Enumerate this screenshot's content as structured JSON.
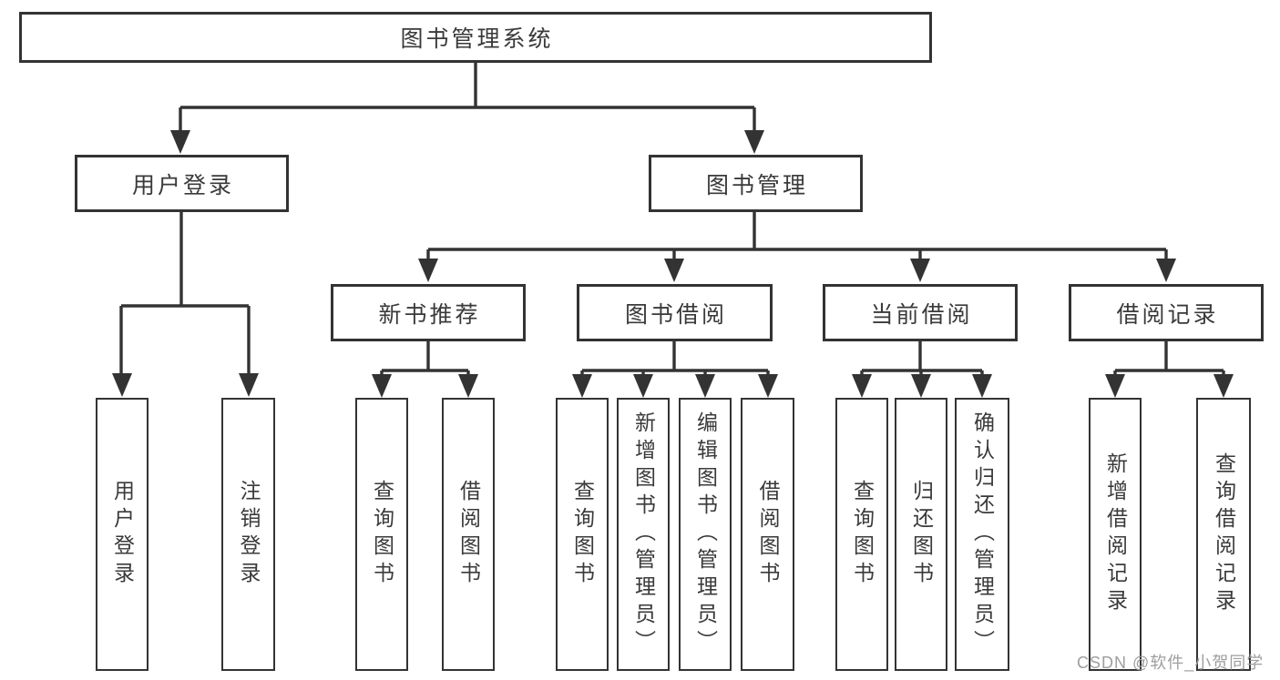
{
  "colors": {
    "line": "#333333",
    "node_border": "#333333",
    "node_fill": "#ffffff",
    "text": "#3a3a3a",
    "background": "#ffffff",
    "watermark": "#9e9e9e"
  },
  "diagram_type": "hierarchy-tree",
  "watermark": {
    "text": "CSDN @软件_小贺同学"
  },
  "tree": {
    "label": "图书管理系统",
    "children": [
      {
        "label": "用户登录",
        "children": [
          {
            "label": "用户登录"
          },
          {
            "label": "注销登录"
          }
        ]
      },
      {
        "label": "图书管理",
        "children": [
          {
            "label": "新书推荐",
            "children": [
              {
                "label": "查询图书"
              },
              {
                "label": "借阅图书"
              }
            ]
          },
          {
            "label": "图书借阅",
            "children": [
              {
                "label": "查询图书"
              },
              {
                "label": "新增图书（管理员）"
              },
              {
                "label": "编辑图书（管理员）"
              },
              {
                "label": "借阅图书"
              }
            ]
          },
          {
            "label": "当前借阅",
            "children": [
              {
                "label": "查询图书"
              },
              {
                "label": "归还图书"
              },
              {
                "label": "确认归还（管理员）"
              }
            ]
          },
          {
            "label": "借阅记录",
            "children": [
              {
                "label": "新增借阅记录"
              },
              {
                "label": "查询借阅记录"
              }
            ]
          }
        ]
      }
    ]
  }
}
